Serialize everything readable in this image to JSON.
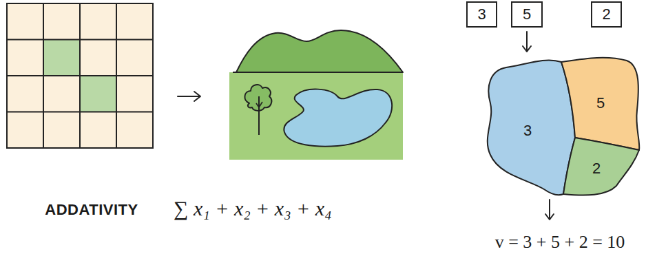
{
  "diagram": {
    "nodes": [
      {
        "text": [
          "3"
        ]
      },
      {
        "text": [
          "5"
        ]
      },
      {
        "text": [
          "2"
        ]
      },
      {
        "text": [
          "3"
        ]
      },
      {
        "text": [
          "5"
        ]
      },
      {
        "text": [
          "2"
        ]
      }
    ],
    "labels": [
      "ADDATIVITY",
      "∑ x₁ + x₂ + x₃ + x₄",
      "v = 3 + 5 + 2 = 10"
    ]
  }
}
